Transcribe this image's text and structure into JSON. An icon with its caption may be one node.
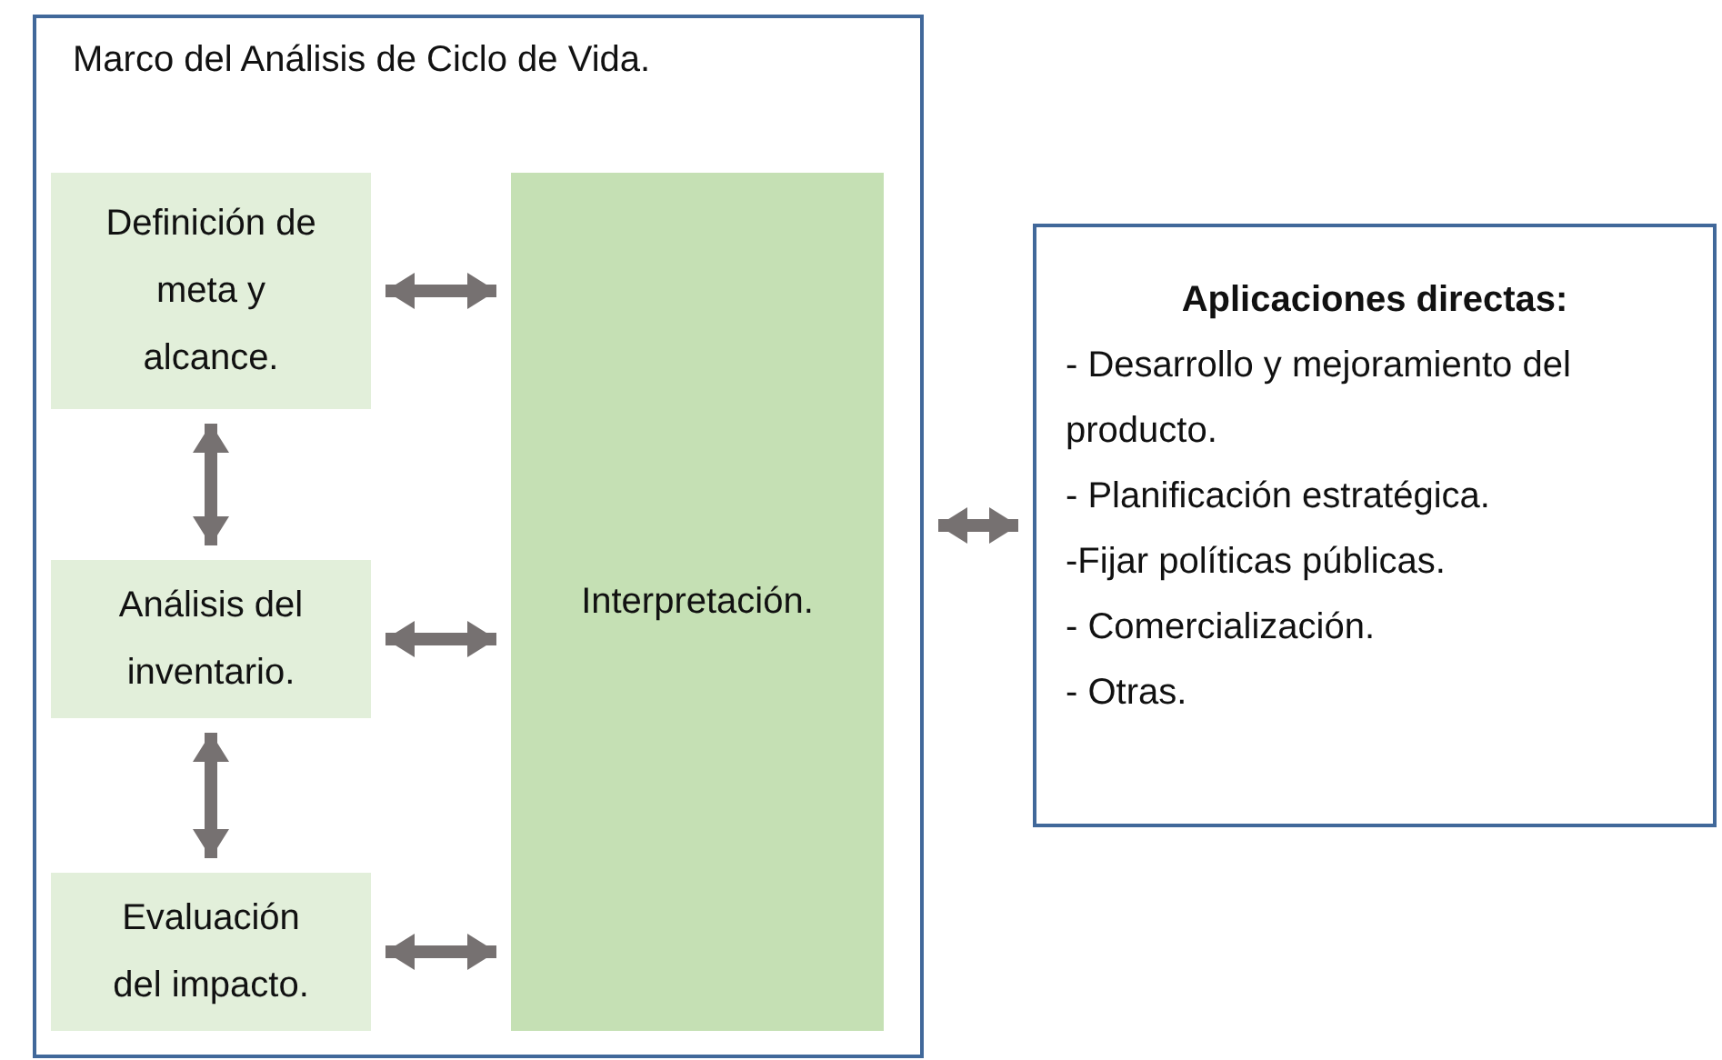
{
  "diagram": {
    "nodes": [
      {
        "text": [
          "Marco del Análisis de Ciclo de Vida."
        ]
      },
      {
        "text": [
          "Definición de meta y alcance."
        ],
        "in": 0
      },
      {
        "text": [
          "Interpretación."
        ],
        "in": 0
      },
      {
        "text": [
          "Análisis del inventario."
        ],
        "in": 0
      },
      {
        "text": [
          "Evaluación del impacto."
        ],
        "in": 0
      },
      {
        "text": [
          "Aplicaciones directas:",
          "- Desarrollo y mejoramiento del producto.",
          "- Planificación estratégica.",
          "-Fijar políticas públicas.",
          "- Comercialización.",
          "- Otras."
        ]
      }
    ],
    "edges": [
      {
        "from": 1,
        "to": 2,
        "arrow": "both"
      },
      {
        "from": 1,
        "to": 3,
        "arrow": "both"
      },
      {
        "from": 3,
        "to": 2,
        "arrow": "both"
      },
      {
        "from": 3,
        "to": 4,
        "arrow": "both"
      },
      {
        "from": 4,
        "to": 2,
        "arrow": "both"
      },
      {
        "from": 0,
        "to": 5,
        "arrow": "both"
      }
    ]
  }
}
